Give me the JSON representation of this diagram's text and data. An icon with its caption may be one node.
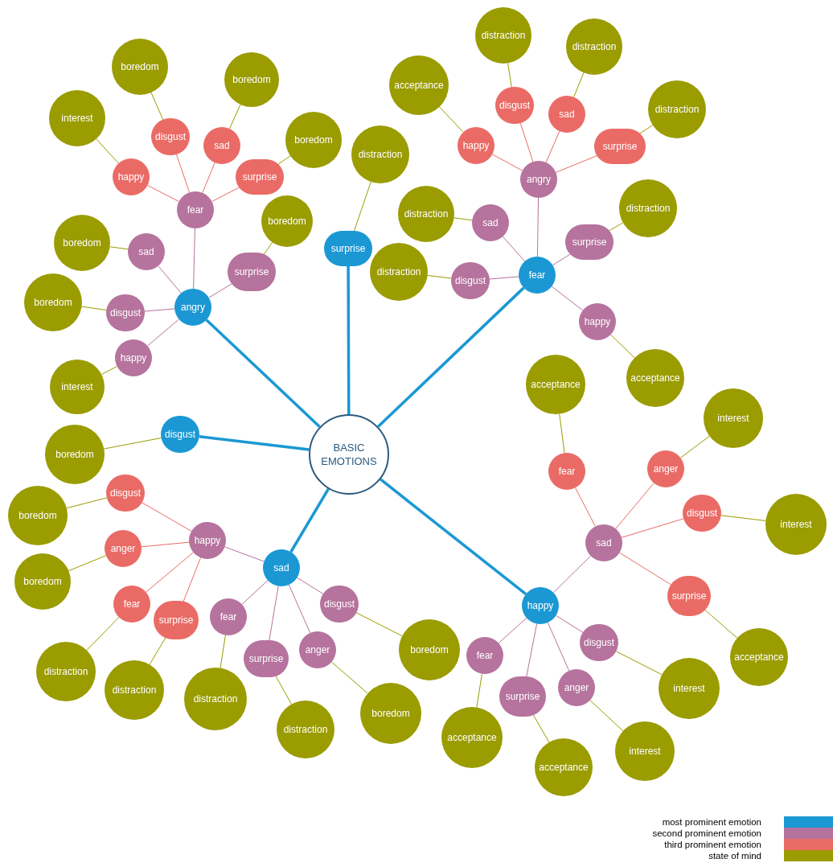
{
  "diagram": {
    "nodes": [
      {
        "text": [
          "BASIC EMOTIONS"
        ]
      },
      {
        "text": [
          "angry"
        ]
      },
      {
        "text": [
          "fear"
        ]
      },
      {
        "text": [
          "happy"
        ]
      },
      {
        "text": [
          "interest"
        ]
      },
      {
        "text": [
          "disgust"
        ]
      },
      {
        "text": [
          "boredom"
        ]
      },
      {
        "text": [
          "sad"
        ]
      },
      {
        "text": [
          "boredom"
        ]
      },
      {
        "text": [
          "surprise"
        ]
      },
      {
        "text": [
          "boredom"
        ]
      },
      {
        "text": [
          "sad"
        ]
      },
      {
        "text": [
          "boredom"
        ]
      },
      {
        "text": [
          "surprise"
        ]
      },
      {
        "text": [
          "boredom"
        ]
      },
      {
        "text": [
          "disgust"
        ]
      },
      {
        "text": [
          "boredom"
        ]
      },
      {
        "text": [
          "happy"
        ]
      },
      {
        "text": [
          "interest"
        ]
      },
      {
        "text": [
          "surprise"
        ]
      },
      {
        "text": [
          "distraction"
        ]
      },
      {
        "text": [
          "fear"
        ]
      },
      {
        "text": [
          "angry"
        ]
      },
      {
        "text": [
          "happy"
        ]
      },
      {
        "text": [
          "acceptance"
        ]
      },
      {
        "text": [
          "disgust"
        ]
      },
      {
        "text": [
          "distraction"
        ]
      },
      {
        "text": [
          "sad"
        ]
      },
      {
        "text": [
          "distraction"
        ]
      },
      {
        "text": [
          "surprise"
        ]
      },
      {
        "text": [
          "distraction"
        ]
      },
      {
        "text": [
          "sad"
        ]
      },
      {
        "text": [
          "distraction"
        ]
      },
      {
        "text": [
          "disgust"
        ]
      },
      {
        "text": [
          "distraction"
        ]
      },
      {
        "text": [
          "surprise"
        ]
      },
      {
        "text": [
          "distraction"
        ]
      },
      {
        "text": [
          "happy"
        ]
      },
      {
        "text": [
          "acceptance"
        ]
      },
      {
        "text": [
          "disgust"
        ]
      },
      {
        "text": [
          "boredom"
        ]
      },
      {
        "text": [
          "sad"
        ]
      },
      {
        "text": [
          "happy"
        ]
      },
      {
        "text": [
          "disgust"
        ]
      },
      {
        "text": [
          "boredom"
        ]
      },
      {
        "text": [
          "anger"
        ]
      },
      {
        "text": [
          "boredom"
        ]
      },
      {
        "text": [
          "fear"
        ]
      },
      {
        "text": [
          "distraction"
        ]
      },
      {
        "text": [
          "surprise"
        ]
      },
      {
        "text": [
          "distraction"
        ]
      },
      {
        "text": [
          "fear"
        ]
      },
      {
        "text": [
          "distraction"
        ]
      },
      {
        "text": [
          "surprise"
        ]
      },
      {
        "text": [
          "distraction"
        ]
      },
      {
        "text": [
          "anger"
        ]
      },
      {
        "text": [
          "boredom"
        ]
      },
      {
        "text": [
          "disgust"
        ]
      },
      {
        "text": [
          "boredom"
        ]
      },
      {
        "text": [
          "happy"
        ]
      },
      {
        "text": [
          "sad"
        ]
      },
      {
        "text": [
          "fear"
        ]
      },
      {
        "text": [
          "acceptance"
        ]
      },
      {
        "text": [
          "anger"
        ]
      },
      {
        "text": [
          "interest"
        ]
      },
      {
        "text": [
          "disgust"
        ]
      },
      {
        "text": [
          "interest"
        ]
      },
      {
        "text": [
          "surprise"
        ]
      },
      {
        "text": [
          "acceptance"
        ]
      },
      {
        "text": [
          "fear"
        ]
      },
      {
        "text": [
          "acceptance"
        ]
      },
      {
        "text": [
          "surprise"
        ]
      },
      {
        "text": [
          "acceptance"
        ]
      },
      {
        "text": [
          "anger"
        ]
      },
      {
        "text": [
          "interest"
        ]
      },
      {
        "text": [
          "disgust"
        ]
      },
      {
        "text": [
          "interest"
        ]
      }
    ],
    "edges": [
      {
        "from": 0,
        "to": 1,
        "arrow": "none",
        "style": "thick",
        "color": "#1b98d4"
      },
      {
        "from": 0,
        "to": 19,
        "arrow": "none",
        "style": "thick",
        "color": "#1b98d4"
      },
      {
        "from": 0,
        "to": 21,
        "arrow": "none",
        "style": "thick",
        "color": "#1b98d4"
      },
      {
        "from": 0,
        "to": 39,
        "arrow": "none",
        "style": "thick",
        "color": "#1b98d4"
      },
      {
        "from": 0,
        "to": 41,
        "arrow": "none",
        "style": "thick",
        "color": "#1b98d4"
      },
      {
        "from": 0,
        "to": 59,
        "arrow": "none",
        "style": "thick",
        "color": "#1b98d4"
      },
      {
        "from": 1,
        "to": 2,
        "arrow": "none",
        "color": "#b5739d"
      },
      {
        "from": 1,
        "to": 11,
        "arrow": "none",
        "color": "#b5739d"
      },
      {
        "from": 1,
        "to": 13,
        "arrow": "none",
        "color": "#b5739d"
      },
      {
        "from": 1,
        "to": 15,
        "arrow": "none",
        "color": "#b5739d"
      },
      {
        "from": 1,
        "to": 17,
        "arrow": "none",
        "color": "#b5739d"
      },
      {
        "from": 2,
        "to": 3,
        "arrow": "none",
        "color": "#ea6b66"
      },
      {
        "from": 2,
        "to": 5,
        "arrow": "none",
        "color": "#ea6b66"
      },
      {
        "from": 2,
        "to": 7,
        "arrow": "none",
        "color": "#ea6b66"
      },
      {
        "from": 2,
        "to": 9,
        "arrow": "none",
        "color": "#ea6b66"
      },
      {
        "from": 3,
        "to": 4,
        "arrow": "none"
      },
      {
        "from": 5,
        "to": 6,
        "arrow": "none"
      },
      {
        "from": 7,
        "to": 8,
        "arrow": "none"
      },
      {
        "from": 9,
        "to": 10,
        "arrow": "none"
      },
      {
        "from": 11,
        "to": 12,
        "arrow": "none"
      },
      {
        "from": 13,
        "to": 14,
        "arrow": "none"
      },
      {
        "from": 15,
        "to": 16,
        "arrow": "none"
      },
      {
        "from": 17,
        "to": 18,
        "arrow": "none"
      },
      {
        "from": 19,
        "to": 20,
        "arrow": "none"
      },
      {
        "from": 21,
        "to": 22,
        "arrow": "none",
        "color": "#b5739d"
      },
      {
        "from": 21,
        "to": 31,
        "arrow": "none",
        "color": "#b5739d"
      },
      {
        "from": 21,
        "to": 33,
        "arrow": "none",
        "color": "#b5739d"
      },
      {
        "from": 21,
        "to": 35,
        "arrow": "none",
        "color": "#b5739d"
      },
      {
        "from": 21,
        "to": 37,
        "arrow": "none",
        "color": "#b5739d"
      },
      {
        "from": 22,
        "to": 23,
        "arrow": "none",
        "color": "#ea6b66"
      },
      {
        "from": 22,
        "to": 25,
        "arrow": "none",
        "color": "#ea6b66"
      },
      {
        "from": 22,
        "to": 27,
        "arrow": "none",
        "color": "#ea6b66"
      },
      {
        "from": 22,
        "to": 29,
        "arrow": "none",
        "color": "#ea6b66"
      },
      {
        "from": 23,
        "to": 24,
        "arrow": "none"
      },
      {
        "from": 25,
        "to": 26,
        "arrow": "none"
      },
      {
        "from": 27,
        "to": 28,
        "arrow": "none"
      },
      {
        "from": 29,
        "to": 30,
        "arrow": "none"
      },
      {
        "from": 31,
        "to": 32,
        "arrow": "none"
      },
      {
        "from": 33,
        "to": 34,
        "arrow": "none"
      },
      {
        "from": 35,
        "to": 36,
        "arrow": "none"
      },
      {
        "from": 37,
        "to": 38,
        "arrow": "none"
      },
      {
        "from": 39,
        "to": 40,
        "arrow": "none"
      },
      {
        "from": 41,
        "to": 42,
        "arrow": "none",
        "color": "#b5739d"
      },
      {
        "from": 41,
        "to": 51,
        "arrow": "none",
        "color": "#b5739d"
      },
      {
        "from": 41,
        "to": 53,
        "arrow": "none",
        "color": "#b5739d"
      },
      {
        "from": 41,
        "to": 55,
        "arrow": "none",
        "color": "#b5739d"
      },
      {
        "from": 41,
        "to": 57,
        "arrow": "none",
        "color": "#b5739d"
      },
      {
        "from": 42,
        "to": 43,
        "arrow": "none",
        "color": "#ea6b66"
      },
      {
        "from": 42,
        "to": 45,
        "arrow": "none",
        "color": "#ea6b66"
      },
      {
        "from": 42,
        "to": 47,
        "arrow": "none",
        "color": "#ea6b66"
      },
      {
        "from": 42,
        "to": 49,
        "arrow": "none",
        "color": "#ea6b66"
      },
      {
        "from": 43,
        "to": 44,
        "arrow": "none"
      },
      {
        "from": 45,
        "to": 46,
        "arrow": "none"
      },
      {
        "from": 47,
        "to": 48,
        "arrow": "none"
      },
      {
        "from": 49,
        "to": 50,
        "arrow": "none"
      },
      {
        "from": 51,
        "to": 52,
        "arrow": "none"
      },
      {
        "from": 53,
        "to": 54,
        "arrow": "none"
      },
      {
        "from": 55,
        "to": 56,
        "arrow": "none"
      },
      {
        "from": 57,
        "to": 58,
        "arrow": "none"
      },
      {
        "from": 59,
        "to": 60,
        "arrow": "none",
        "color": "#b5739d"
      },
      {
        "from": 59,
        "to": 69,
        "arrow": "none",
        "color": "#b5739d"
      },
      {
        "from": 59,
        "to": 71,
        "arrow": "none",
        "color": "#b5739d"
      },
      {
        "from": 59,
        "to": 73,
        "arrow": "none",
        "color": "#b5739d"
      },
      {
        "from": 59,
        "to": 75,
        "arrow": "none",
        "color": "#b5739d"
      },
      {
        "from": 60,
        "to": 61,
        "arrow": "none",
        "color": "#ea6b66"
      },
      {
        "from": 60,
        "to": 63,
        "arrow": "none",
        "color": "#ea6b66"
      },
      {
        "from": 60,
        "to": 65,
        "arrow": "none",
        "color": "#ea6b66"
      },
      {
        "from": 60,
        "to": 67,
        "arrow": "none",
        "color": "#ea6b66"
      },
      {
        "from": 61,
        "to": 62,
        "arrow": "none"
      },
      {
        "from": 63,
        "to": 64,
        "arrow": "none"
      },
      {
        "from": 65,
        "to": 66,
        "arrow": "none"
      },
      {
        "from": 67,
        "to": 68,
        "arrow": "none"
      },
      {
        "from": 69,
        "to": 70,
        "arrow": "none"
      },
      {
        "from": 71,
        "to": 72,
        "arrow": "none"
      },
      {
        "from": 73,
        "to": 74,
        "arrow": "none"
      },
      {
        "from": 75,
        "to": 76,
        "arrow": "none"
      }
    ],
    "legend": [
      {
        "text": "most prominent emotion",
        "color": "#1b98d4"
      },
      {
        "text": "second prominent emotion",
        "color": "#b5739d"
      },
      {
        "text": "third prominent emotion",
        "color": "#ea6b66"
      },
      {
        "text": "state of mind",
        "color": "#9a9c00"
      }
    ]
  }
}
